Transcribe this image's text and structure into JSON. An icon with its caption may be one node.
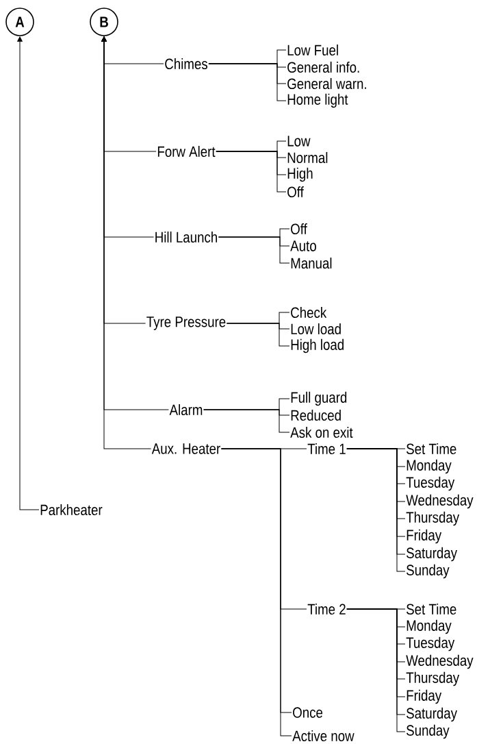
{
  "diagram": {
    "nodes": [
      {
        "text": [
          "A"
        ]
      },
      {
        "text": [
          "B"
        ]
      },
      {
        "text": [
          "Chimes"
        ]
      },
      {
        "text": [
          "Low Fuel"
        ]
      },
      {
        "text": [
          "General info."
        ]
      },
      {
        "text": [
          "General warn."
        ]
      },
      {
        "text": [
          "Home light"
        ]
      },
      {
        "text": [
          "Forw Alert"
        ]
      },
      {
        "text": [
          "Low"
        ]
      },
      {
        "text": [
          "Normal"
        ]
      },
      {
        "text": [
          "High"
        ]
      },
      {
        "text": [
          "Off"
        ]
      },
      {
        "text": [
          "Hill Launch"
        ]
      },
      {
        "text": [
          "Off"
        ]
      },
      {
        "text": [
          "Auto"
        ]
      },
      {
        "text": [
          "Manual"
        ]
      },
      {
        "text": [
          "Tyre Pressure"
        ]
      },
      {
        "text": [
          "Check"
        ]
      },
      {
        "text": [
          "Low load"
        ]
      },
      {
        "text": [
          "High load"
        ]
      },
      {
        "text": [
          "Alarm"
        ]
      },
      {
        "text": [
          "Full guard"
        ]
      },
      {
        "text": [
          "Reduced"
        ]
      },
      {
        "text": [
          "Ask on exit"
        ]
      },
      {
        "text": [
          "Aux. Heater"
        ]
      },
      {
        "text": [
          "Time 1"
        ]
      },
      {
        "text": [
          "Set Time"
        ]
      },
      {
        "text": [
          "Monday"
        ]
      },
      {
        "text": [
          "Tuesday"
        ]
      },
      {
        "text": [
          "Wednesday"
        ]
      },
      {
        "text": [
          "Thursday"
        ]
      },
      {
        "text": [
          "Friday"
        ]
      },
      {
        "text": [
          "Saturday"
        ]
      },
      {
        "text": [
          "Sunday"
        ]
      },
      {
        "text": [
          "Time 2"
        ]
      },
      {
        "text": [
          "Set Time"
        ]
      },
      {
        "text": [
          "Monday"
        ]
      },
      {
        "text": [
          "Tuesday"
        ]
      },
      {
        "text": [
          "Wednesday"
        ]
      },
      {
        "text": [
          "Thursday"
        ]
      },
      {
        "text": [
          "Friday"
        ]
      },
      {
        "text": [
          "Saturday"
        ]
      },
      {
        "text": [
          "Sunday"
        ]
      },
      {
        "text": [
          "Once"
        ]
      },
      {
        "text": [
          "Active now"
        ]
      },
      {
        "text": [
          "Parkheater"
        ]
      }
    ],
    "edges": [
      {
        "from": 45,
        "to": 0,
        "arrow": "to"
      },
      {
        "from": 2,
        "to": 1,
        "arrow": "to"
      },
      {
        "from": 7,
        "to": 1,
        "arrow": "to"
      },
      {
        "from": 12,
        "to": 1,
        "arrow": "to"
      },
      {
        "from": 16,
        "to": 1,
        "arrow": "to"
      },
      {
        "from": 20,
        "to": 1,
        "arrow": "to"
      },
      {
        "from": 24,
        "to": 1,
        "arrow": "to"
      },
      {
        "from": 2,
        "to": 3,
        "arrow": "none"
      },
      {
        "from": 2,
        "to": 4,
        "arrow": "none"
      },
      {
        "from": 2,
        "to": 5,
        "arrow": "none"
      },
      {
        "from": 2,
        "to": 6,
        "arrow": "none"
      },
      {
        "from": 7,
        "to": 8,
        "arrow": "none"
      },
      {
        "from": 7,
        "to": 9,
        "arrow": "none"
      },
      {
        "from": 7,
        "to": 10,
        "arrow": "none"
      },
      {
        "from": 7,
        "to": 11,
        "arrow": "none"
      },
      {
        "from": 12,
        "to": 13,
        "arrow": "none"
      },
      {
        "from": 12,
        "to": 14,
        "arrow": "none"
      },
      {
        "from": 12,
        "to": 15,
        "arrow": "none"
      },
      {
        "from": 16,
        "to": 17,
        "arrow": "none"
      },
      {
        "from": 16,
        "to": 18,
        "arrow": "none"
      },
      {
        "from": 16,
        "to": 19,
        "arrow": "none"
      },
      {
        "from": 20,
        "to": 21,
        "arrow": "none"
      },
      {
        "from": 20,
        "to": 22,
        "arrow": "none"
      },
      {
        "from": 20,
        "to": 23,
        "arrow": "none"
      },
      {
        "from": 24,
        "to": 25,
        "arrow": "none"
      },
      {
        "from": 24,
        "to": 34,
        "arrow": "none"
      },
      {
        "from": 24,
        "to": 43,
        "arrow": "none"
      },
      {
        "from": 24,
        "to": 44,
        "arrow": "none"
      },
      {
        "from": 25,
        "to": 26,
        "arrow": "none"
      },
      {
        "from": 25,
        "to": 27,
        "arrow": "none"
      },
      {
        "from": 25,
        "to": 28,
        "arrow": "none"
      },
      {
        "from": 25,
        "to": 29,
        "arrow": "none"
      },
      {
        "from": 25,
        "to": 30,
        "arrow": "none"
      },
      {
        "from": 25,
        "to": 31,
        "arrow": "none"
      },
      {
        "from": 25,
        "to": 32,
        "arrow": "none"
      },
      {
        "from": 25,
        "to": 33,
        "arrow": "none"
      },
      {
        "from": 34,
        "to": 35,
        "arrow": "none"
      },
      {
        "from": 34,
        "to": 36,
        "arrow": "none"
      },
      {
        "from": 34,
        "to": 37,
        "arrow": "none"
      },
      {
        "from": 34,
        "to": 38,
        "arrow": "none"
      },
      {
        "from": 34,
        "to": 39,
        "arrow": "none"
      },
      {
        "from": 34,
        "to": 40,
        "arrow": "none"
      },
      {
        "from": 34,
        "to": 41,
        "arrow": "none"
      },
      {
        "from": 34,
        "to": 42,
        "arrow": "none"
      }
    ]
  }
}
